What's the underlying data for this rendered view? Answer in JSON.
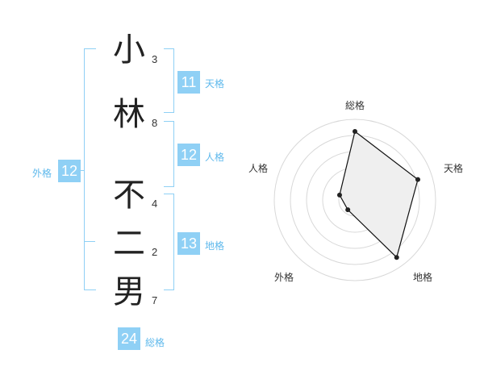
{
  "name": {
    "chars": [
      "小",
      "林",
      "不",
      "二",
      "男"
    ],
    "strokes": [
      "3",
      "8",
      "4",
      "2",
      "7"
    ]
  },
  "fortune": {
    "tenkaku": {
      "value": "11",
      "label": "天格"
    },
    "jinkaku": {
      "value": "12",
      "label": "人格"
    },
    "chikaku": {
      "value": "13",
      "label": "地格"
    },
    "gaikaku": {
      "value": "12",
      "label": "外格"
    },
    "soukaku": {
      "value": "24",
      "label": "総格"
    }
  },
  "radar": {
    "axes": [
      "総格",
      "天格",
      "地格",
      "外格",
      "人格"
    ],
    "values": [
      0.85,
      0.82,
      0.88,
      0.15,
      0.2
    ],
    "accent": "#8fd0f5"
  }
}
